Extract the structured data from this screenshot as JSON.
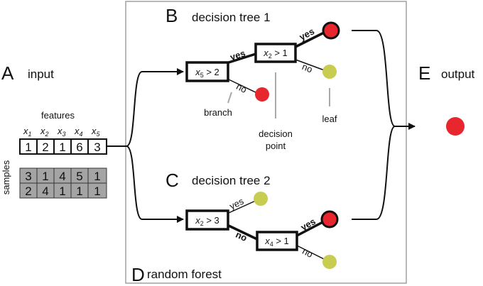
{
  "panels": {
    "a": {
      "letter": "A",
      "label": "input"
    },
    "b": {
      "letter": "B",
      "label": "decision tree 1"
    },
    "c": {
      "letter": "C",
      "label": "decision tree 2"
    },
    "d": {
      "letter": "D",
      "label": "random forest"
    },
    "e": {
      "letter": "E",
      "label": "output"
    }
  },
  "input": {
    "features_label": "features",
    "samples_label": "samples",
    "feature_var": "x",
    "feature_subscripts": [
      "1",
      "2",
      "3",
      "4",
      "5"
    ],
    "first_row": [
      "1",
      "2",
      "1",
      "6",
      "3"
    ],
    "other_rows": [
      [
        "3",
        "1",
        "4",
        "5",
        "1"
      ],
      [
        "2",
        "4",
        "1",
        "1",
        "1"
      ]
    ]
  },
  "tree1": {
    "root": {
      "var": "x",
      "sub": "5",
      "cond": " > 2"
    },
    "node2": {
      "var": "x",
      "sub": "2",
      "cond": " > 1"
    },
    "yes": "yes",
    "no": "no"
  },
  "tree2": {
    "root": {
      "var": "x",
      "sub": "2",
      "cond": " > 3"
    },
    "node2": {
      "var": "x",
      "sub": "4",
      "cond": " > 1"
    },
    "yes": "yes",
    "no": "no"
  },
  "annotations": {
    "branch": "branch",
    "leaf": "leaf",
    "decision_line1": "decision",
    "decision_line2": "point"
  },
  "colors": {
    "red_leaf": "#e8262d",
    "yellow_leaf": "#c8cc50",
    "gray_cell": "#a4a4a4",
    "frame": "#a0a0a0"
  }
}
